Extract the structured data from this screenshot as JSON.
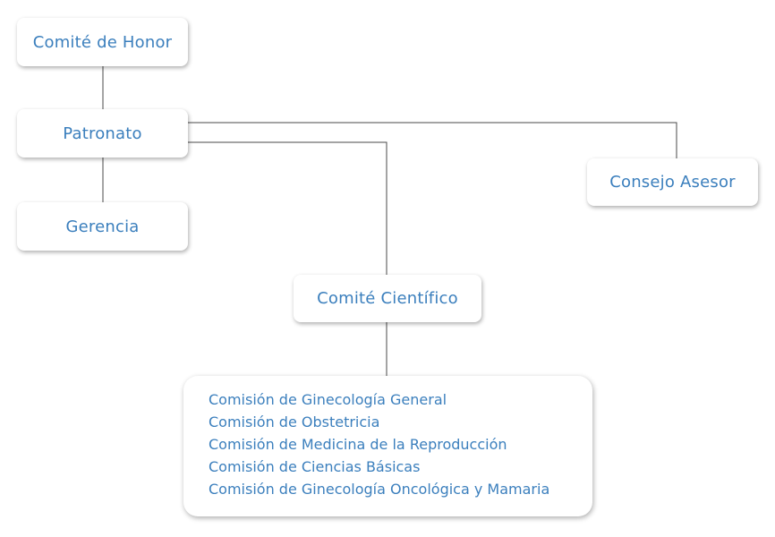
{
  "nodes": {
    "comite_honor": "Comité de Honor",
    "patronato": "Patronato",
    "gerencia": "Gerencia",
    "consejo_asesor": "Consejo Asesor",
    "comite_cientifico": "Comité Científico"
  },
  "comisiones": [
    "Comisión de Ginecología General",
    "Comisión de Obstetricia",
    "Comisión de Medicina de la Reproducción",
    "Comisión de Ciencias Básicas",
    "Comisión de Ginecología Oncológica y Mamaria"
  ],
  "colors": {
    "text": "#3b7fbd",
    "connector": "#4a4a4a",
    "background": "#ffffff"
  }
}
